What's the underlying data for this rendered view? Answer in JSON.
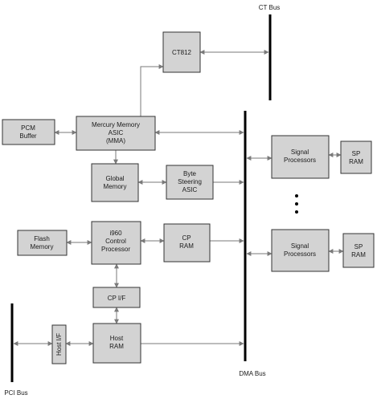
{
  "buses": {
    "ct": "CT Bus",
    "dma": "DMA Bus",
    "pci": "PCI Bus"
  },
  "blocks": {
    "ct812": [
      "CT812"
    ],
    "pcm_buffer": [
      "PCM",
      "Buffer"
    ],
    "mma": [
      "Mercury Memory",
      "ASIC",
      "(MMA)"
    ],
    "global_memory": [
      "Global",
      "Memory"
    ],
    "byte_steering": [
      "Byte",
      "Steering",
      "ASIC"
    ],
    "flash_memory": [
      "Flash",
      "Memory"
    ],
    "i960": [
      "i960",
      "Control",
      "Processor"
    ],
    "cp_ram": [
      "CP",
      "RAM"
    ],
    "cp_if": [
      "CP I/F"
    ],
    "host_ram": [
      "Host",
      "RAM"
    ],
    "host_if": [
      "Host I/F"
    ],
    "signal_processors_top": [
      "Signal",
      "Processors"
    ],
    "sp_ram_top": [
      "SP",
      "RAM"
    ],
    "signal_processors_bottom": [
      "Signal",
      "Processors"
    ],
    "sp_ram_bottom": [
      "SP",
      "RAM"
    ]
  }
}
